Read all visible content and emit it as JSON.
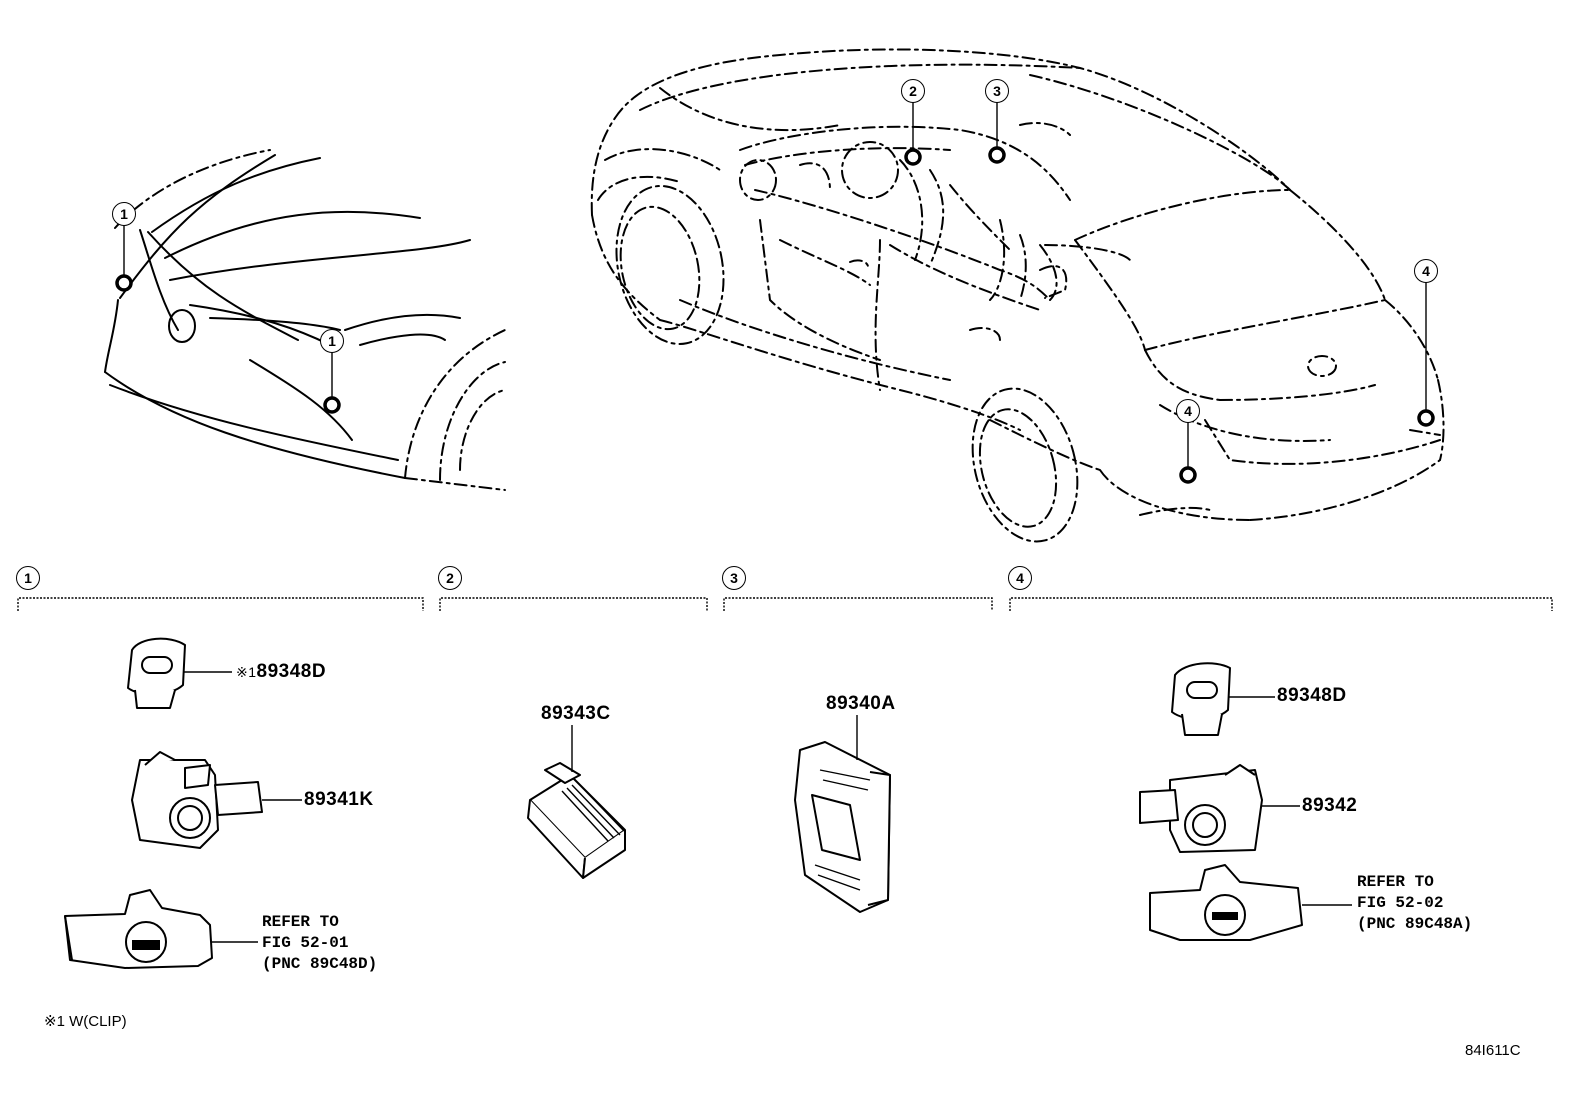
{
  "callouts": {
    "sensor_front": "1",
    "ecu_steering": "2",
    "ecu_computer": "3",
    "sensor_rear": "4"
  },
  "sections": [
    {
      "num": "1"
    },
    {
      "num": "2"
    },
    {
      "num": "3"
    },
    {
      "num": "4"
    }
  ],
  "parts": {
    "s1_clip_mark": "※1",
    "s1_clip": "89348D",
    "s1_sensor": "89341K",
    "s1_refer": [
      "REFER TO",
      "FIG 52-01",
      "(PNC 89C48D)"
    ],
    "s2_unit": "89343C",
    "s3_unit": "89340A",
    "s4_clip": "89348D",
    "s4_sensor": "89342",
    "s4_refer": [
      "REFER TO",
      "FIG 52-02",
      "(PNC 89C48A)"
    ]
  },
  "footnote": "※1 W(CLIP)",
  "figure_code": "84I611C"
}
